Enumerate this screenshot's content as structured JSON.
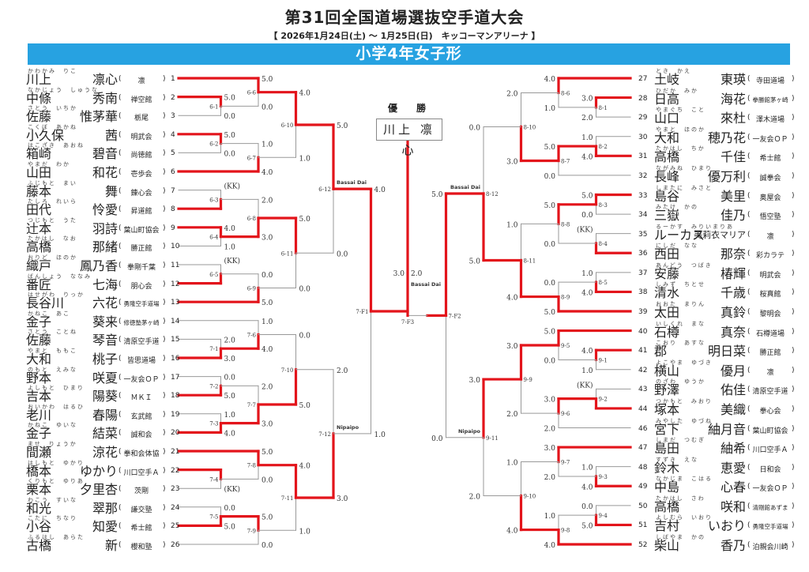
{
  "header": {
    "title": "第31回全国道場選抜空手道大会",
    "subtitle": "【 2026年1月24日(土) ～ 1月25日(日)　キッコーマンアリーナ 】"
  },
  "division": "小学4年女子形",
  "champion": {
    "label": "優　勝",
    "name": "川上 凛心"
  },
  "colors": {
    "bar": "#27a2e1",
    "win_line": "#e3141b",
    "line": "#999999"
  },
  "entries_left": [
    {
      "no": "1",
      "surname": "川上",
      "given": "凛心",
      "reading": "かわかみ　りこ",
      "club": "凛"
    },
    {
      "no": "2",
      "surname": "中條",
      "given": "秀南",
      "reading": "なかじょう　しゅうな",
      "club": "禅空館"
    },
    {
      "no": "3",
      "surname": "佐藤",
      "given": "惟茅華",
      "reading": "さとう　いちか",
      "club": "栃尾"
    },
    {
      "no": "4",
      "surname": "小久保",
      "given": "茜",
      "reading": "こくぼ　あかね",
      "club": "明武会"
    },
    {
      "no": "5",
      "surname": "箱崎",
      "given": "碧音",
      "reading": "はこざき　あおね",
      "club": "尚徳館"
    },
    {
      "no": "6",
      "surname": "山田",
      "given": "和花",
      "reading": "やまだ　わか",
      "club": "壱歩会"
    },
    {
      "no": "7",
      "surname": "藤本",
      "given": "舞",
      "reading": "ふじもと　まい",
      "club": "錬心会"
    },
    {
      "no": "8",
      "surname": "田代",
      "given": "怜愛",
      "reading": "たしろ　れいら",
      "club": "昇道館"
    },
    {
      "no": "9",
      "surname": "辻本",
      "given": "羽詩",
      "reading": "つじもと　うた",
      "club": "葉山町協会"
    },
    {
      "no": "10",
      "surname": "高橋",
      "given": "那緒",
      "reading": "たかはし　なお",
      "club": "勝正館"
    },
    {
      "no": "11",
      "surname": "織戸",
      "given": "鳳乃香",
      "reading": "おりど　ほのか",
      "club": "拳剛千葉"
    },
    {
      "no": "12",
      "surname": "番匠",
      "given": "七海",
      "reading": "ばんしょう　ななみ",
      "club": "朋心会"
    },
    {
      "no": "13",
      "surname": "長谷川",
      "given": "六花",
      "reading": "はせがわ　りっか",
      "club": "勇隆空手道場"
    },
    {
      "no": "14",
      "surname": "金子",
      "given": "葵来",
      "reading": "かねこ　あこ",
      "club": "修徳塾茅ヶ崎"
    },
    {
      "no": "15",
      "surname": "佐藤",
      "given": "琴音",
      "reading": "さとう　ことね",
      "club": "清原空手道"
    },
    {
      "no": "16",
      "surname": "大和",
      "given": "桃子",
      "reading": "やまと　ももこ",
      "club": "皆思道場"
    },
    {
      "no": "17",
      "surname": "野本",
      "given": "咲夏",
      "reading": "のもと　えみな",
      "club": "一友会ＯＰ"
    },
    {
      "no": "18",
      "surname": "吉本",
      "given": "陽葵",
      "reading": "よしもと　ひまり",
      "club": "ＭＫＩ"
    },
    {
      "no": "19",
      "surname": "老川",
      "given": "春陽",
      "reading": "おいかわ　はるひ",
      "club": "玄武館"
    },
    {
      "no": "20",
      "surname": "金子",
      "given": "結菜",
      "reading": "かねこ　ゆいな",
      "club": "誠和会"
    },
    {
      "no": "21",
      "surname": "間瀬",
      "given": "涼花",
      "reading": "ませ　りょうか",
      "club": "拳和会体協"
    },
    {
      "no": "22",
      "surname": "橋本",
      "given": "ゆかり",
      "reading": "はしもと　ゆかり",
      "club": "川口空手Ａ"
    },
    {
      "no": "23",
      "surname": "栗本",
      "given": "夕里杏",
      "reading": "くりもと　ゆりあ",
      "club": "茨剛"
    },
    {
      "no": "24",
      "surname": "和光",
      "given": "翠那",
      "reading": "わこう　すいな",
      "club": "謙交塾"
    },
    {
      "no": "25",
      "surname": "小谷",
      "given": "知愛",
      "reading": "こたに　ちなり",
      "club": "希士館"
    },
    {
      "no": "26",
      "surname": "古橋",
      "given": "新",
      "reading": "ふるはし　あらた",
      "club": "櫻和塾"
    }
  ],
  "entries_right": [
    {
      "no": "27",
      "surname": "土岐",
      "given": "東瑛",
      "reading": "とき　かえ",
      "club": "寺田道場"
    },
    {
      "no": "28",
      "surname": "日高",
      "given": "海花",
      "reading": "ひだか　みか",
      "club": "拳勝館茅ヶ崎"
    },
    {
      "no": "29",
      "surname": "山口",
      "given": "來杜",
      "reading": "やまぐち　こと",
      "club": "澤木道場"
    },
    {
      "no": "30",
      "surname": "大和",
      "given": "穂乃花",
      "reading": "やまと　ほのか",
      "club": "一友会ＯＰ"
    },
    {
      "no": "31",
      "surname": "高橋",
      "given": "千佳",
      "reading": "たかはし　ちか",
      "club": "希士館"
    },
    {
      "no": "32",
      "surname": "長峰",
      "given": "優万利",
      "reading": "ながみね　ひまり",
      "club": "誠拳会"
    },
    {
      "no": "33",
      "surname": "島谷",
      "given": "美里",
      "reading": "しまたに　みさと",
      "club": "奥屋会"
    },
    {
      "no": "34",
      "surname": "三嶽",
      "given": "佳乃",
      "reading": "みたけ　かの",
      "club": "悟空塾"
    },
    {
      "no": "35",
      "surname": "ルーカス",
      "given": "美莉衣マリア",
      "reading": "るーかす　みりいまりあ",
      "club": "凛"
    },
    {
      "no": "36",
      "surname": "西田",
      "given": "那奈",
      "reading": "にしだ　なな",
      "club": "彩カラテ"
    },
    {
      "no": "37",
      "surname": "安藤",
      "given": "椿輝",
      "reading": "あんどう　つばき",
      "club": "明武会"
    },
    {
      "no": "38",
      "surname": "清水",
      "given": "千歳",
      "reading": "しみず　ちとせ",
      "club": "桜真館"
    },
    {
      "no": "39",
      "surname": "太田",
      "given": "真鈴",
      "reading": "おおた　まりん",
      "club": "黎明会"
    },
    {
      "no": "40",
      "surname": "石樽",
      "given": "真奈",
      "reading": "いしくれ　まな",
      "club": "石樽道場"
    },
    {
      "no": "41",
      "surname": "郡",
      "given": "明日菜",
      "reading": "こおり　あすな",
      "club": "勝正館"
    },
    {
      "no": "42",
      "surname": "横山",
      "given": "優月",
      "reading": "よこやま　ゆづき",
      "club": "凛"
    },
    {
      "no": "43",
      "surname": "野澤",
      "given": "佑佳",
      "reading": "のざわ　ゆうか",
      "club": "清原空手道"
    },
    {
      "no": "44",
      "surname": "塚本",
      "given": "美織",
      "reading": "つかもと　みおり",
      "club": "拳心会"
    },
    {
      "no": "46",
      "surname": "宮下",
      "given": "紬月音",
      "reading": "みやした　ゆづね",
      "club": "葉山町協会"
    },
    {
      "no": "47",
      "surname": "島田",
      "given": "紬希",
      "reading": "しまだ　つむぎ",
      "club": "川口空手Ａ"
    },
    {
      "no": "48",
      "surname": "鈴木",
      "given": "恵愛",
      "reading": "すずき　えな",
      "club": "日和会"
    },
    {
      "no": "49",
      "surname": "中島",
      "given": "心春",
      "reading": "なかじま　こはる",
      "club": "一友会ＯＰ"
    },
    {
      "no": "50",
      "surname": "高橋",
      "given": "咲和",
      "reading": "たかはし　さわ",
      "club": "清剛館あずま"
    },
    {
      "no": "51",
      "surname": "吉村",
      "given": "いおり",
      "reading": "よしむら　いおり",
      "club": "勇隆空手道場"
    },
    {
      "no": "52",
      "surname": "柴山",
      "given": "香乃",
      "reading": "しばやま　かの",
      "club": "泊親会川崎"
    }
  ],
  "matches": [
    {
      "id": "6-1",
      "side": "L",
      "a": "2",
      "b": "3",
      "sa": "5.0",
      "sb": "0.0",
      "w": "a"
    },
    {
      "id": "6-6",
      "side": "L",
      "a": "1",
      "b": "6-1",
      "sa": "5.0",
      "sb": "0.0",
      "w": "a"
    },
    {
      "id": "6-2",
      "side": "L",
      "a": "4",
      "b": "5",
      "sa": "5.0",
      "sb": "0.0",
      "w": "a"
    },
    {
      "id": "6-7",
      "side": "L",
      "a": "6-2",
      "b": "6",
      "sa": "1.0",
      "sb": "4.0",
      "w": "b"
    },
    {
      "id": "6-10",
      "side": "L",
      "a": "6-6",
      "b": "6-7",
      "sa": "4.0",
      "sb": "1.0",
      "w": "a"
    },
    {
      "id": "6-3",
      "side": "L",
      "a": "7",
      "b": "8",
      "sa": "(KK)",
      "sb": "",
      "w": "b"
    },
    {
      "id": "6-4",
      "side": "L",
      "a": "9",
      "b": "10",
      "sa": "4.0",
      "sb": "1.0",
      "w": "a"
    },
    {
      "id": "6-8",
      "side": "L",
      "a": "6-3",
      "b": "6-4",
      "sa": "2.0",
      "sb": "3.0",
      "w": "b"
    },
    {
      "id": "6-5",
      "side": "L",
      "a": "11",
      "b": "12",
      "sa": "(KK)",
      "sb": "",
      "w": "b"
    },
    {
      "id": "6-9",
      "side": "L",
      "a": "6-5",
      "b": "13",
      "sa": "0.0",
      "sb": "5.0",
      "w": "b"
    },
    {
      "id": "6-11",
      "side": "L",
      "a": "6-8",
      "b": "6-9",
      "sa": "5.0",
      "sb": "0.0",
      "w": "a"
    },
    {
      "id": "6-12",
      "side": "L",
      "a": "6-10",
      "b": "6-11",
      "sa": "5.0",
      "sb": "0.0",
      "w": "a",
      "kata": "Bassai Dai"
    },
    {
      "id": "7-1",
      "side": "L",
      "a": "15",
      "b": "16",
      "sa": "2.0",
      "sb": "3.0",
      "w": "b"
    },
    {
      "id": "7-6",
      "side": "L",
      "a": "14",
      "b": "7-1",
      "sa": "1.0",
      "sb": "4.0",
      "w": "b"
    },
    {
      "id": "7-2",
      "side": "L",
      "a": "17",
      "b": "18",
      "sa": "0.0",
      "sb": "5.0",
      "w": "b"
    },
    {
      "id": "7-3",
      "side": "L",
      "a": "19",
      "b": "20",
      "sa": "1.0",
      "sb": "4.0",
      "w": "b"
    },
    {
      "id": "7-7",
      "side": "L",
      "a": "7-2",
      "b": "7-3",
      "sa": "2.0",
      "sb": "3.0",
      "w": "b"
    },
    {
      "id": "7-10",
      "side": "L",
      "a": "7-6",
      "b": "7-7",
      "sa": "0.0",
      "sb": "5.0",
      "w": "b"
    },
    {
      "id": "7-4",
      "side": "L",
      "a": "22",
      "b": "23",
      "sa": "",
      "sb": "(KK)",
      "w": "a"
    },
    {
      "id": "7-8",
      "side": "L",
      "a": "21",
      "b": "7-4",
      "sa": "5.0",
      "sb": "0.0",
      "w": "a"
    },
    {
      "id": "7-5",
      "side": "L",
      "a": "24",
      "b": "25",
      "sa": "0.0",
      "sb": "5.0",
      "w": "b"
    },
    {
      "id": "7-9",
      "side": "L",
      "a": "7-5",
      "b": "26",
      "sa": "5.0",
      "sb": "0.0",
      "w": "a"
    },
    {
      "id": "7-11",
      "side": "L",
      "a": "7-8",
      "b": "7-9",
      "sa": "4.0",
      "sb": "1.0",
      "w": "a"
    },
    {
      "id": "7-12",
      "side": "L",
      "a": "7-10",
      "b": "7-11",
      "sa": "2.0",
      "sb": "3.0",
      "w": "b",
      "kata": "Nipaipo"
    },
    {
      "id": "7-F1",
      "side": "L",
      "a": "6-12",
      "b": "7-12",
      "sa": "4.0",
      "sb": "1.0",
      "w": "a"
    },
    {
      "id": "8-1",
      "side": "R",
      "a": "28",
      "b": "29",
      "sa": "3.0",
      "sb": "2.0",
      "w": "a"
    },
    {
      "id": "8-6",
      "side": "R",
      "a": "27",
      "b": "8-1",
      "sa": "4.0",
      "sb": "1.0",
      "w": "a"
    },
    {
      "id": "8-2",
      "side": "R",
      "a": "30",
      "b": "31",
      "sa": "1.0",
      "sb": "4.0",
      "w": "b"
    },
    {
      "id": "8-7",
      "side": "R",
      "a": "8-2",
      "b": "32",
      "sa": "5.0",
      "sb": "0.0",
      "w": "a"
    },
    {
      "id": "8-10",
      "side": "R",
      "a": "8-6",
      "b": "8-7",
      "sa": "2.0",
      "sb": "3.0",
      "w": "b"
    },
    {
      "id": "8-3",
      "side": "R",
      "a": "33",
      "b": "34",
      "sa": "5.0",
      "sb": "0.0",
      "w": "a"
    },
    {
      "id": "8-4",
      "side": "R",
      "a": "35",
      "b": "36",
      "sa": "(KK)",
      "sb": "",
      "w": "b"
    },
    {
      "id": "8-8",
      "side": "R",
      "a": "8-3",
      "b": "8-4",
      "sa": "5.0",
      "sb": "0.0",
      "w": "a"
    },
    {
      "id": "8-5",
      "side": "R",
      "a": "37",
      "b": "38",
      "sa": "1.0",
      "sb": "4.0",
      "w": "b"
    },
    {
      "id": "8-9",
      "side": "R",
      "a": "8-5",
      "b": "39",
      "sa": "0.0",
      "sb": "5.0",
      "w": "b"
    },
    {
      "id": "8-11",
      "side": "R",
      "a": "8-8",
      "b": "8-9",
      "sa": "1.0",
      "sb": "4.0",
      "w": "b"
    },
    {
      "id": "8-12",
      "side": "R",
      "a": "8-10",
      "b": "8-11",
      "sa": "0.0",
      "sb": "5.0",
      "w": "b",
      "kata": "Bassai Dai"
    },
    {
      "id": "9-1",
      "side": "R",
      "a": "41",
      "b": "42",
      "sa": "4.0",
      "sb": "1.0",
      "w": "a"
    },
    {
      "id": "9-5",
      "side": "R",
      "a": "40",
      "b": "9-1",
      "sa": "5.0",
      "sb": "0.0",
      "w": "a"
    },
    {
      "id": "9-2",
      "side": "R",
      "a": "43",
      "b": "44",
      "sa": "(KK)",
      "sb": "",
      "w": "b"
    },
    {
      "id": "9-6",
      "side": "R",
      "a": "9-2",
      "b": "46",
      "sa": "3.0",
      "sb": "2.0",
      "w": "a"
    },
    {
      "id": "9-9",
      "side": "R",
      "a": "9-5",
      "b": "9-6",
      "sa": "3.0",
      "sb": "2.0",
      "w": "a"
    },
    {
      "id": "9-3",
      "side": "R",
      "a": "48",
      "b": "49",
      "sa": "1.0",
      "sb": "4.0",
      "w": "b"
    },
    {
      "id": "9-7",
      "side": "R",
      "a": "47",
      "b": "9-3",
      "sa": "3.0",
      "sb": "2.0",
      "w": "a"
    },
    {
      "id": "9-4",
      "side": "R",
      "a": "50",
      "b": "51",
      "sa": "0.0",
      "sb": "5.0",
      "w": "b"
    },
    {
      "id": "9-8",
      "side": "R",
      "a": "9-4",
      "b": "52",
      "sa": "1.0",
      "sb": "4.0",
      "w": "b"
    },
    {
      "id": "9-10",
      "side": "R",
      "a": "9-7",
      "b": "9-8",
      "sa": "1.0",
      "sb": "4.0",
      "w": "b"
    },
    {
      "id": "9-11",
      "side": "R",
      "a": "9-9",
      "b": "9-10",
      "sa": "3.0",
      "sb": "2.0",
      "w": "a",
      "kata": "Nipaipo"
    },
    {
      "id": "7-F2",
      "side": "R",
      "a": "8-12",
      "b": "9-11",
      "sa": "5.0",
      "sb": "0.0",
      "w": "a"
    }
  ],
  "final": {
    "id": "7-F3",
    "a": "7-F1",
    "b": "7-F2",
    "sa": "3.0",
    "sb": "2.0",
    "w": "a",
    "kata": "Bassai Dai"
  }
}
